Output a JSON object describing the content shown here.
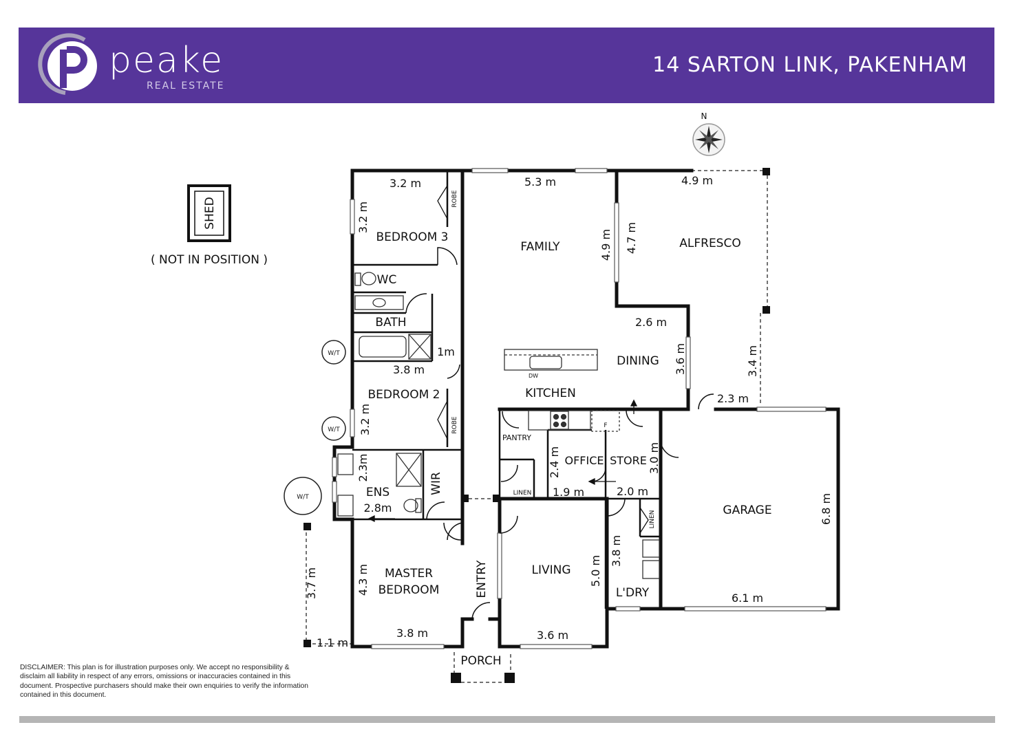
{
  "header": {
    "brand": "peake",
    "brand_sub": "REAL ESTATE",
    "address": "14 SARTON LINK, PAKENHAM",
    "brand_color": "#56359a"
  },
  "compass": {
    "north_label": "N"
  },
  "shed": {
    "label": "SHED",
    "note": "( NOT IN POSITION )"
  },
  "rooms": {
    "bedroom3": "BEDROOM 3",
    "wc": "WC",
    "bath": "BATH",
    "bedroom2": "BEDROOM 2",
    "ens": "ENS",
    "wir": "WIR",
    "master_line1": "MASTER",
    "master_line2": "BEDROOM",
    "entry": "ENTRY",
    "porch": "PORCH",
    "family": "FAMILY",
    "alfresco": "ALFRESCO",
    "dining": "DINING",
    "kitchen": "KITCHEN",
    "pantry": "PANTRY",
    "linen1": "LINEN",
    "office": "OFFICE",
    "store": "STORE",
    "linen2": "LINEN",
    "laundry": "L'DRY",
    "living": "LIVING",
    "garage": "GARAGE"
  },
  "fixtures": {
    "robe1": "ROBE",
    "robe2": "ROBE",
    "dw": "DW",
    "fridge": "F",
    "watertank1": "W/T",
    "watertank2": "W/T",
    "watertank3": "W/T"
  },
  "dimensions": {
    "bed3_w": "3.2 m",
    "bed3_h": "3.2 m",
    "family_w": "5.3 m",
    "family_h": "4.9 m",
    "alfresco_w": "4.9 m",
    "alfresco_h": "4.7 m",
    "dining_w": "2.6 m",
    "dining_h": "3.6 m",
    "alfresco_side": "3.4 m",
    "corridor": "1m",
    "bath_w": "3.8 m",
    "bed2_h": "3.2 m",
    "ens_h": "2.3m",
    "ens_w": "2.8m",
    "master_h": "4.3 m",
    "master_w": "3.8 m",
    "patio_h": "3.7 m",
    "patio_w": "1.1 m",
    "office_h": "2.4 m",
    "office_w": "1.9 m",
    "store_h": "3.0 m",
    "store_w": "2.0 m",
    "garage_top": "2.3 m",
    "garage_h": "6.8 m",
    "garage_w": "6.1 m",
    "laundry_h": "3.8 m",
    "living_h": "5.0 m",
    "living_w": "3.6 m"
  },
  "disclaimer": "DISCLAIMER: This plan is for illustration purposes only. We accept no responsibility & disclaim all liability in respect of any errors, omissions or inaccuracies contained in this document. Prospective purchasers should make their own enquiries to verify the information contained in this document."
}
